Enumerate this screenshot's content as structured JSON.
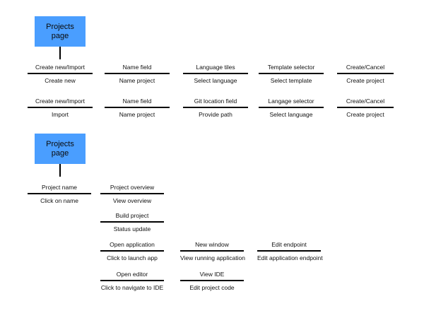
{
  "colors": {
    "page_box": "#4a9eff",
    "line": "#000000",
    "text": "#111111"
  },
  "flows": [
    {
      "page": {
        "label_line1": "Projects",
        "label_line2": "page"
      },
      "rows": [
        [
          {
            "element": "Create new/Import",
            "action": "Create new"
          },
          {
            "element": "Name field",
            "action": "Name project"
          },
          {
            "element": "Language tiles",
            "action": "Select language"
          },
          {
            "element": "Template selector",
            "action": "Select template"
          },
          {
            "element": "Create/Cancel",
            "action": "Create project"
          }
        ],
        [
          {
            "element": "Create new/Import",
            "action": "Import"
          },
          {
            "element": "Name field",
            "action": "Name project"
          },
          {
            "element": "Git location field",
            "action": "Provide path"
          },
          {
            "element": "Langage selector",
            "action": "Select language"
          },
          {
            "element": "Create/Cancel",
            "action": "Create project"
          }
        ]
      ]
    },
    {
      "page": {
        "label_line1": "Projects",
        "label_line2": "page"
      },
      "nodes": [
        {
          "element": "Project name",
          "action": "Click on name"
        },
        {
          "element": "Project overview",
          "action": "View overview"
        },
        {
          "element": "Build project",
          "action": "Status update"
        },
        {
          "element": "Open application",
          "action": "Click to launch app"
        },
        {
          "element": "New window",
          "action": "View running application"
        },
        {
          "element": "Edit endpoint",
          "action": "Edit application endpoint"
        },
        {
          "element": "Open editor",
          "action": "Click to navigate to IDE"
        },
        {
          "element": "View IDE",
          "action": "Edit project code"
        }
      ]
    }
  ]
}
